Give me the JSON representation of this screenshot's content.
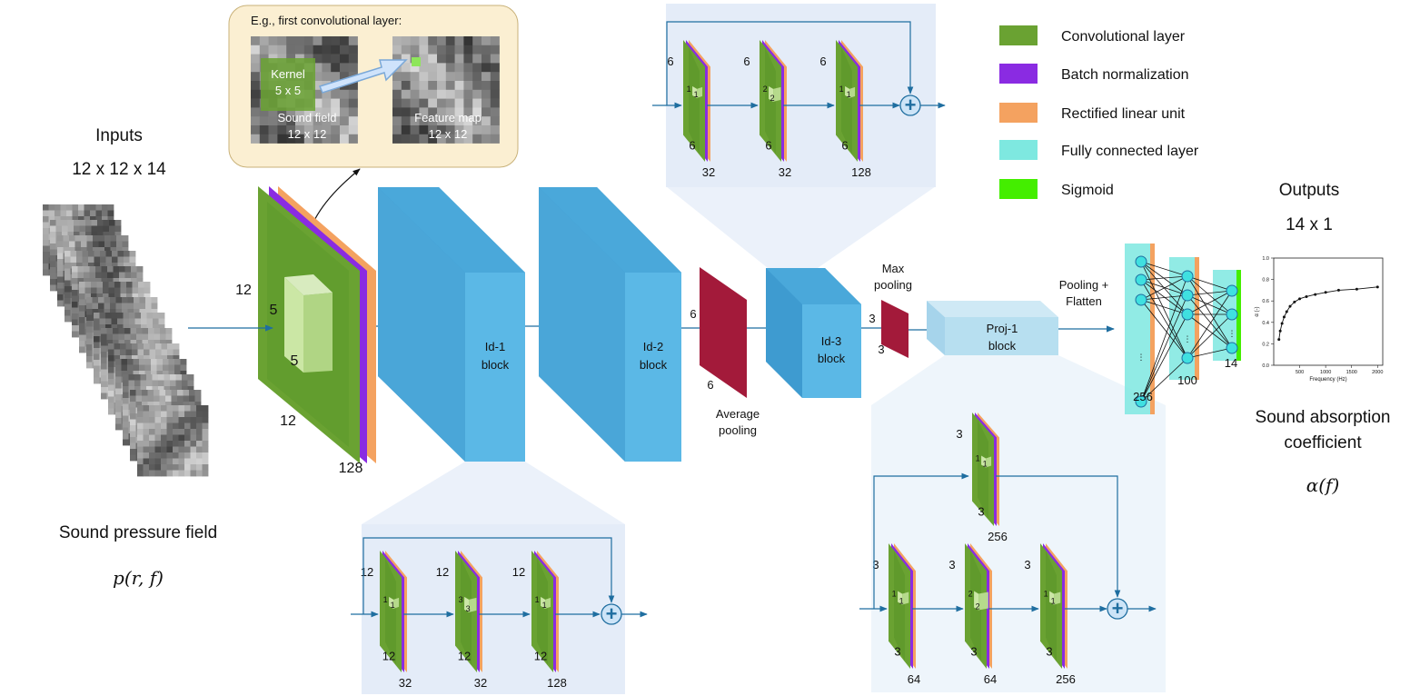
{
  "colors": {
    "conv": "#6aa232",
    "conv_dark": "#4f8a24",
    "bn": "#8a2be2",
    "relu": "#f4a260",
    "fc": "#7ee8e0",
    "sigmoid": "#44ee00",
    "block": "#5bb8e6",
    "block_dark": "#3e9bd0",
    "pool": "#a31a3a",
    "proj": "#b7dff0",
    "arrow": "#1f6ea0",
    "panel": "#e4ecf8",
    "callout": "#fbefd2"
  },
  "legend": [
    {
      "label": "Convolutional layer",
      "color": "#6aa232"
    },
    {
      "label": "Batch normalization",
      "color": "#8a2be2"
    },
    {
      "label": "Rectified linear unit",
      "color": "#f4a260"
    },
    {
      "label": "Fully connected layer",
      "color": "#7ee8e0"
    },
    {
      "label": "Sigmoid",
      "color": "#44ee00"
    }
  ],
  "inputs": {
    "title": "Inputs",
    "dims": "12 x 12 x 14",
    "caption": "Sound pressure field",
    "formula": "p(r, f)"
  },
  "outputs": {
    "title": "Outputs",
    "dims": "14 x 1",
    "caption_line1": "Sound absorption",
    "caption_line2": "coefficient",
    "formula": "α(f)"
  },
  "callout": {
    "title": "E.g., first convolutional layer:",
    "kernel_line1": "Kernel",
    "kernel_line2": "5 x 5",
    "field_line1": "Sound field",
    "field_line2": "12 x 12",
    "map_line1": "Feature map",
    "map_line2": "12 x 12"
  },
  "first_conv": {
    "height": "12",
    "width": "12",
    "kernel_h": "5",
    "kernel_w": "5",
    "channels": "128"
  },
  "blocks": {
    "id1_line1": "Id-1",
    "id1_line2": "block",
    "id2_line1": "Id-2",
    "id2_line2": "block",
    "id3_line1": "Id-3",
    "id3_line2": "block",
    "proj_line1": "Proj-1",
    "proj_line2": "block"
  },
  "avg_pool": {
    "size_h": "6",
    "size_w": "6",
    "label_line1": "Average",
    "label_line2": "pooling"
  },
  "max_pool": {
    "size_h": "3",
    "size_w": "3",
    "label_line1": "Max",
    "label_line2": "pooling"
  },
  "flatten_label_line1": "Pooling +",
  "flatten_label_line2": "Flatten",
  "fc_sizes": [
    "256",
    "100",
    "14"
  ],
  "id_top_panel": {
    "layers": [
      {
        "h": "6",
        "w": "6",
        "k1": "1",
        "k2": "1",
        "ch": "32"
      },
      {
        "h": "6",
        "w": "6",
        "k1": "2",
        "k2": "2",
        "ch": "32"
      },
      {
        "h": "6",
        "w": "6",
        "k1": "1",
        "k2": "1",
        "ch": "128"
      }
    ]
  },
  "id_bottom_panel": {
    "layers": [
      {
        "h": "12",
        "w": "12",
        "k1": "1",
        "k2": "1",
        "ch": "32"
      },
      {
        "h": "12",
        "w": "12",
        "k1": "3",
        "k2": "3",
        "ch": "32"
      },
      {
        "h": "12",
        "w": "12",
        "k1": "1",
        "k2": "1",
        "ch": "128"
      }
    ]
  },
  "proj_panel": {
    "shortcut": {
      "h": "3",
      "w": "3",
      "k1": "1",
      "k2": "1",
      "ch": "256"
    },
    "layers": [
      {
        "h": "3",
        "w": "3",
        "k1": "1",
        "k2": "1",
        "ch": "64"
      },
      {
        "h": "3",
        "w": "3",
        "k1": "2",
        "k2": "2",
        "ch": "64"
      },
      {
        "h": "3",
        "w": "3",
        "k1": "1",
        "k2": "1",
        "ch": "256"
      }
    ]
  },
  "plus_symbol": "+",
  "chart_data": {
    "type": "line",
    "title": "",
    "xlabel": "Frequency (Hz)",
    "ylabel": "α (-)",
    "xlim": [
      0,
      2100
    ],
    "ylim": [
      0,
      1.0
    ],
    "xticks": [
      "500",
      "1000",
      "1500",
      "2000"
    ],
    "yticks": [
      "0.0",
      "0.2",
      "0.4",
      "0.6",
      "0.8",
      "1.0"
    ],
    "x": [
      100,
      125,
      160,
      200,
      250,
      315,
      400,
      500,
      630,
      800,
      1000,
      1250,
      1600,
      2000
    ],
    "y": [
      0.24,
      0.32,
      0.39,
      0.45,
      0.5,
      0.55,
      0.59,
      0.62,
      0.64,
      0.66,
      0.68,
      0.7,
      0.71,
      0.73
    ],
    "grid": false
  }
}
